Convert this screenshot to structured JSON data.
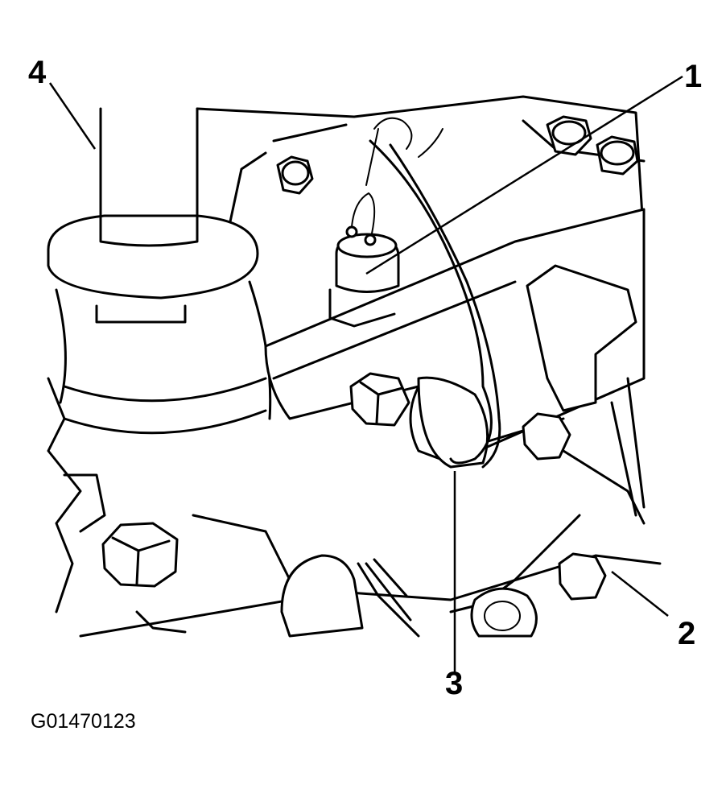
{
  "diagram": {
    "callouts": [
      {
        "id": "1",
        "label": "1"
      },
      {
        "id": "2",
        "label": "2"
      },
      {
        "id": "3",
        "label": "3"
      },
      {
        "id": "4",
        "label": "4"
      }
    ],
    "figure_id": "G01470123"
  }
}
